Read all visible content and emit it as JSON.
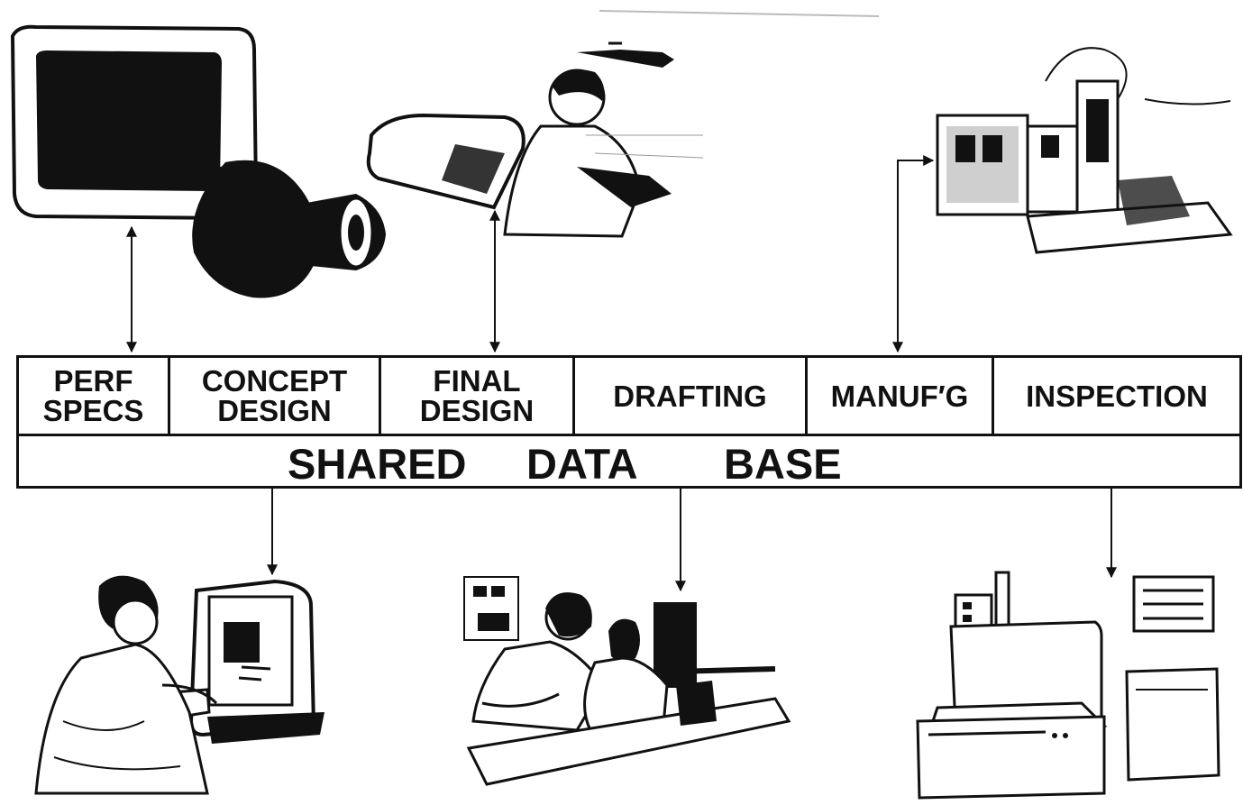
{
  "diagram": {
    "stages": [
      {
        "label": "PERF\nSPECS"
      },
      {
        "label": "CONCEPT\nDESIGN"
      },
      {
        "label": "FINAL\nDESIGN"
      },
      {
        "label": "DRAFTING"
      },
      {
        "label": "MANUF′G"
      },
      {
        "label": "INSPECTION"
      }
    ],
    "shared_words": [
      "SHARED",
      "DATA",
      "BASE"
    ]
  },
  "illustrations": [
    {
      "name": "crt-terminal-illustration"
    },
    {
      "name": "camera-lens-illustration"
    },
    {
      "name": "engineer-at-terminal-illustration"
    },
    {
      "name": "machine-tool-illustration"
    },
    {
      "name": "designer-at-graphics-workstation-illustration"
    },
    {
      "name": "drafting-team-illustration"
    },
    {
      "name": "coordinate-measuring-machine-illustration"
    }
  ]
}
